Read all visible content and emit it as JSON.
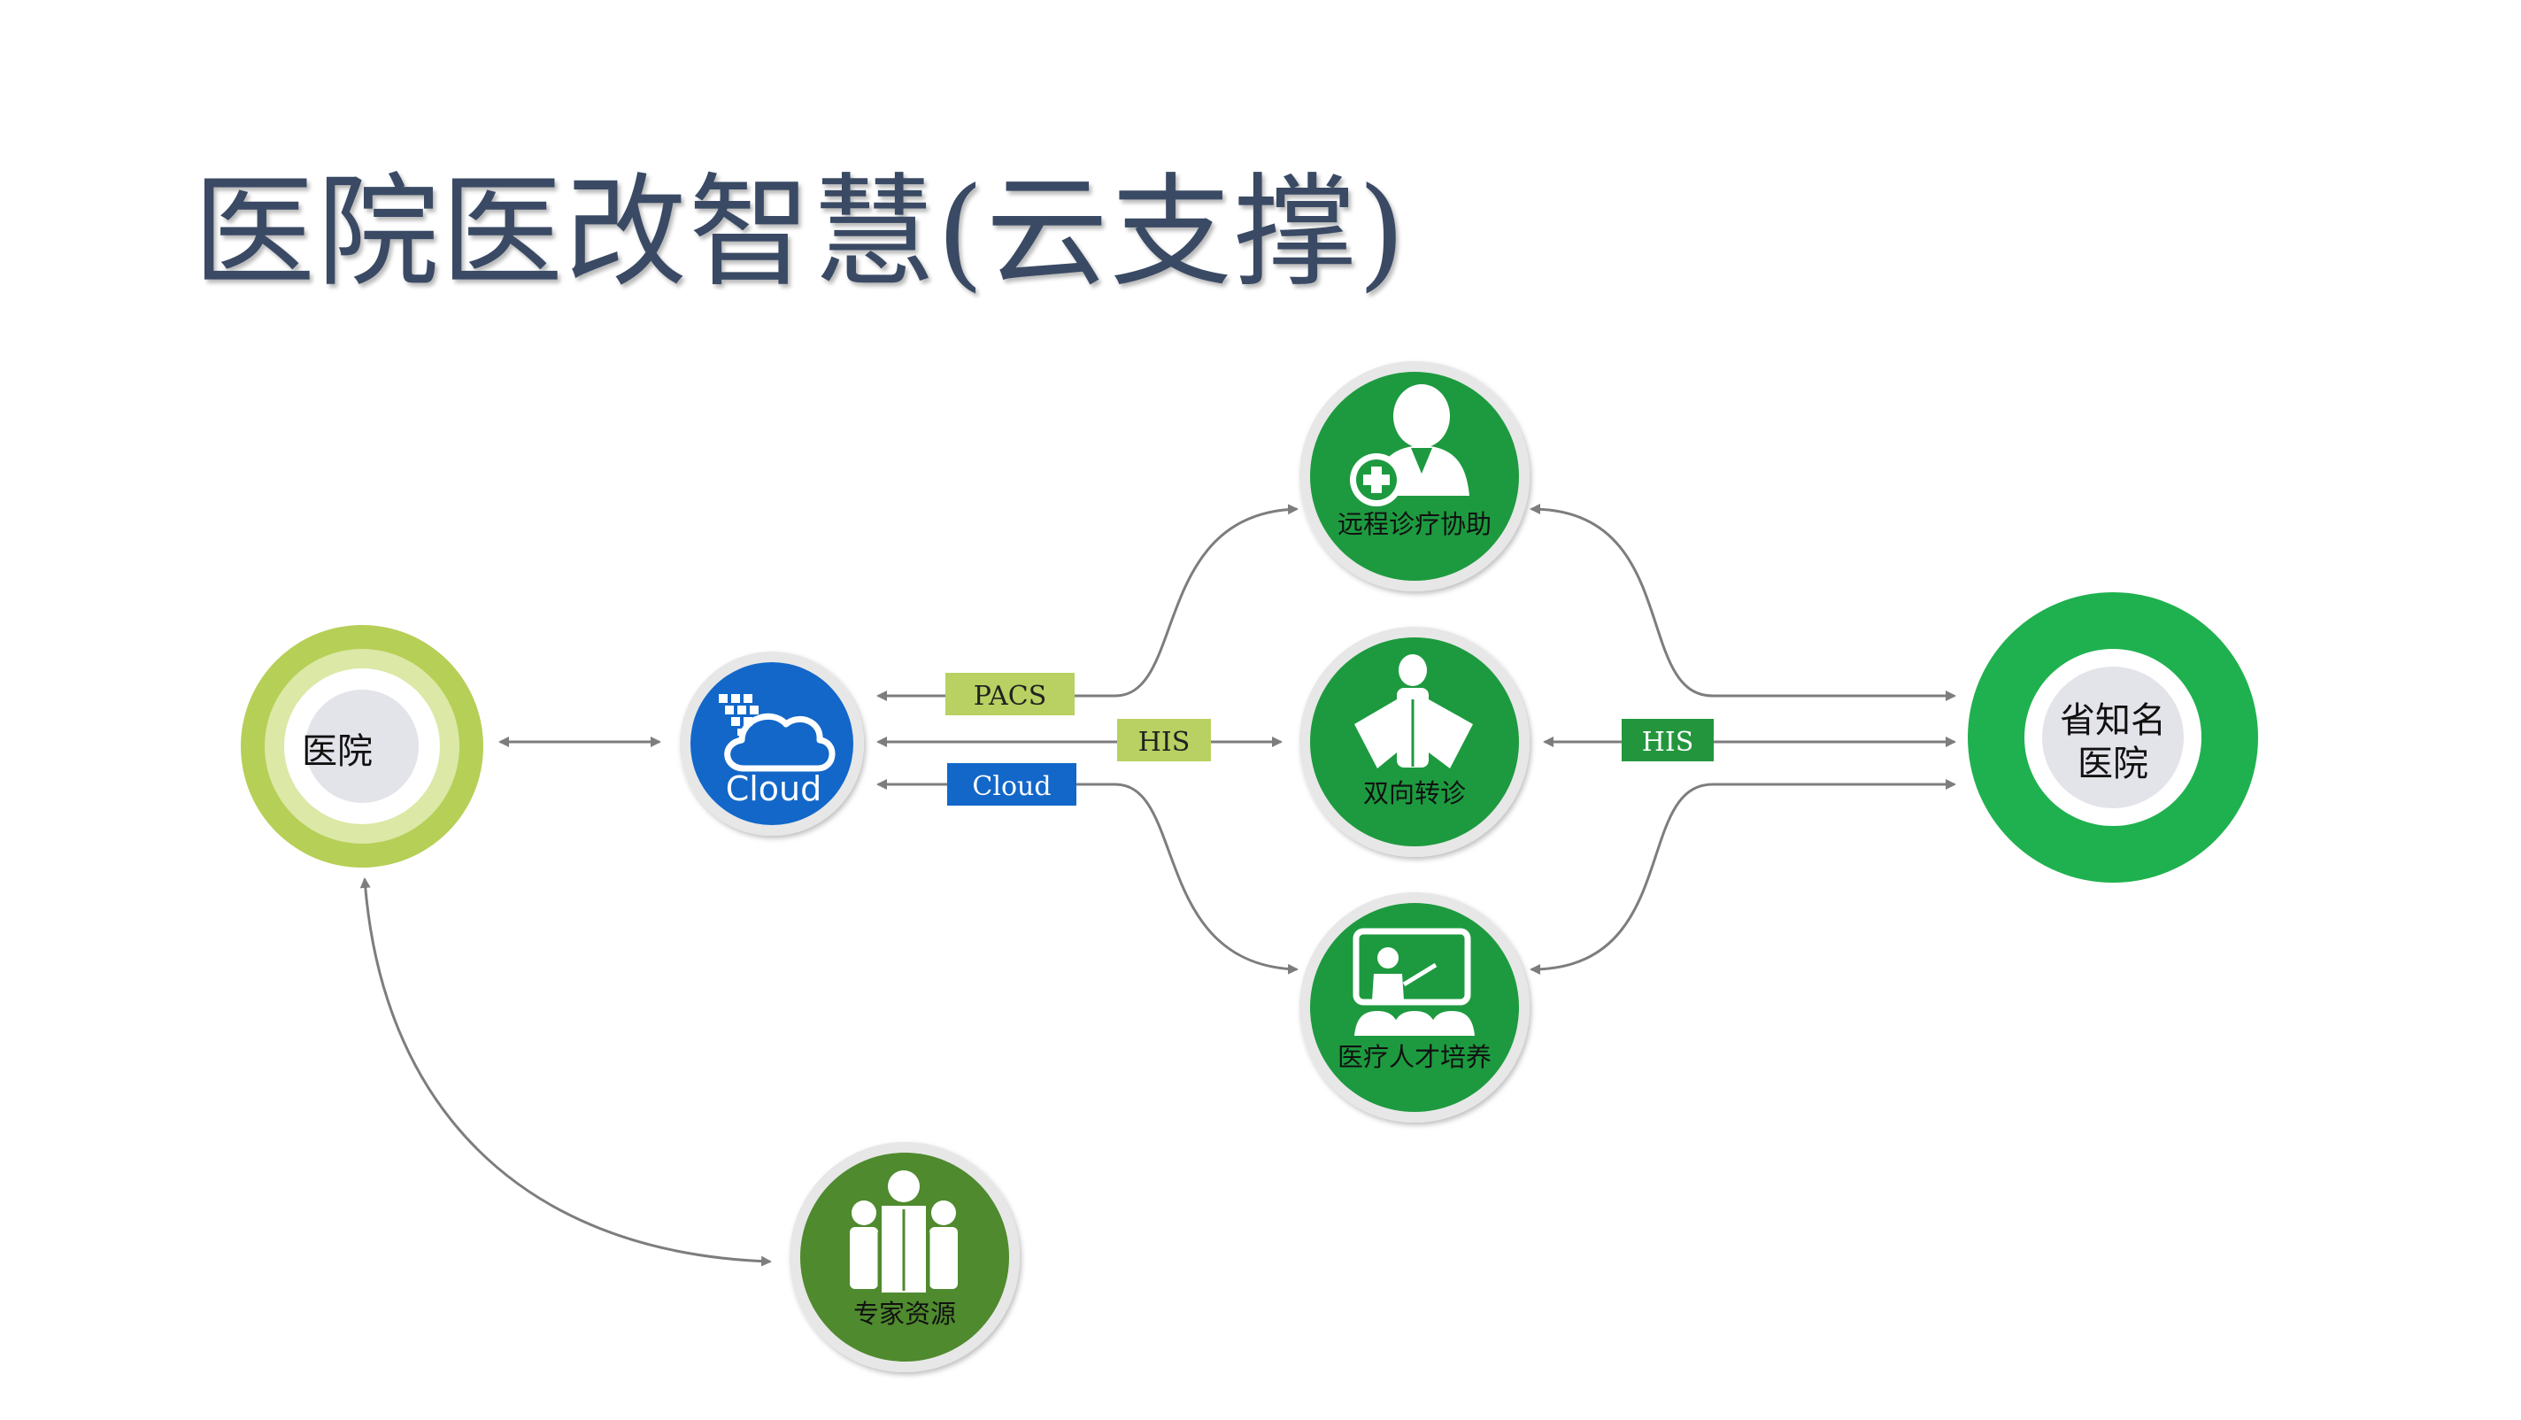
{
  "slide": {
    "title": "医院医改智慧(云支撑)"
  },
  "nodes": {
    "hospital": "医院",
    "cloud": "Cloud",
    "remote": "远程诊疗协助",
    "referral": "双向转诊",
    "training": "医疗人才培养",
    "experts": "专家资源",
    "provincial_line1": "省知名",
    "provincial_line2": "医院"
  },
  "tags": {
    "pacs": "PACS",
    "his_left": "HIS",
    "cloud": "Cloud",
    "his_right": "HIS"
  },
  "colors": {
    "service_green": "#1d9a3f",
    "provincial_green": "#1fb14f",
    "experts_green": "#4f8a2e",
    "cloud_blue": "#1267c9",
    "hospital_lime": "#b6cf56",
    "tag_pacs": "#b8d162",
    "tag_his_left": "#b8d162",
    "tag_cloud": "#1267c9",
    "tag_his_right": "#23963d"
  },
  "icons": [
    "cloud-icon",
    "doctor-plus-icon",
    "referral-person-icon",
    "teaching-board-icon",
    "expert-group-icon"
  ]
}
